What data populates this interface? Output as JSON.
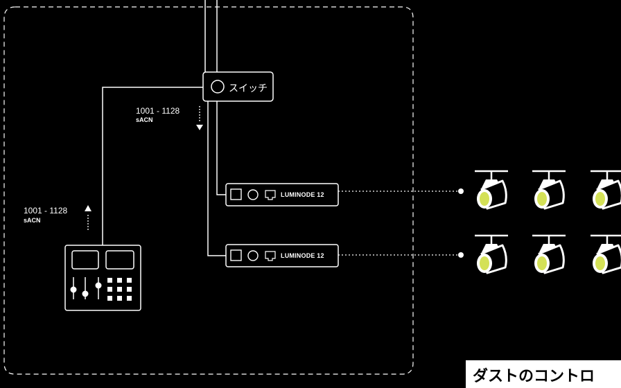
{
  "switch": {
    "label": "スイッチ"
  },
  "downstream_signal": {
    "range": "1001 - 1128",
    "protocol": "sACN"
  },
  "upstream_signal": {
    "range": "1001 - 1128",
    "protocol": "sACN"
  },
  "nodes": [
    {
      "label": "LUMINODE 12"
    },
    {
      "label": "LUMINODE 12"
    }
  ],
  "footer": {
    "text": "ダストのコントロ"
  },
  "colors": {
    "background": "#000000",
    "line": "#ffffff",
    "lens": "#d4e157",
    "banner": "#ffffff"
  }
}
